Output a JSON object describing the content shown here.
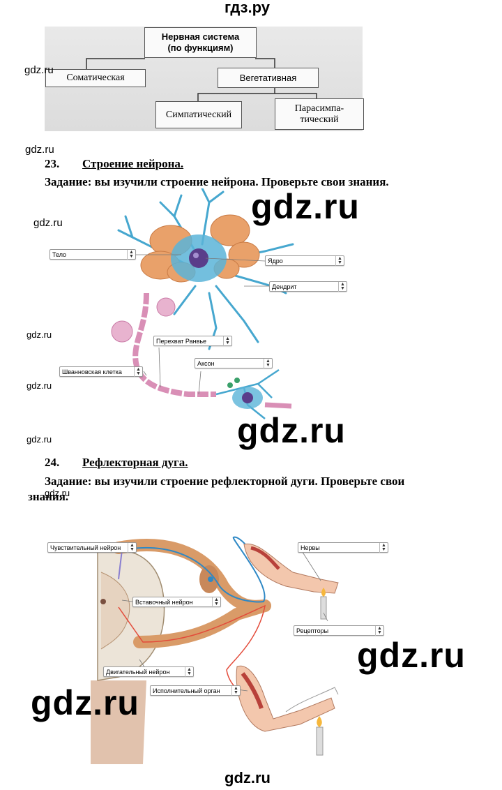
{
  "site_title": "гдз.ру",
  "watermarks": {
    "small": "gdz.ru",
    "big": "gdz.ru"
  },
  "ns_diagram": {
    "root": [
      "Нервная система",
      "(по функциям)"
    ],
    "somatic": "Соматическая",
    "vegetative": "Вегетативная",
    "sympathetic": "Симпатический",
    "parasympathetic": [
      "Парасимпа-",
      "тический"
    ]
  },
  "section23": {
    "number": "23.",
    "title": "Строение нейрона.",
    "task": "Задание: вы изучили строение нейрона. Проверьте свои знания.",
    "labels": {
      "body": "Тело",
      "nucleus": "Ядро",
      "dendrite": "Дендрит",
      "ranvier": "Перехват Ранвье",
      "axon": "Аксон",
      "schwann": "Шванновская клетка"
    }
  },
  "section24": {
    "number": "24.",
    "title": "Рефлекторная дуга.",
    "task_line1": "Задание: вы изучили строение рефлекторной дуги. Проверьте свои",
    "task_line2": "знания.",
    "labels": {
      "sensory": "Чувствительный нейрон",
      "nerves": "Нервы",
      "inter": "Вставочный нейрон",
      "receptors": "Рецепторы",
      "motor": "Двигательный нейрон",
      "effector": "Исполнительный орган"
    }
  },
  "colors": {
    "neuron_orange": "#e9a16a",
    "dendrite_blue": "#46a7cf",
    "myelin_pink": "#d98fb6",
    "nucleus_purple": "#5a3d8a",
    "nerve_tan": "#d99b68"
  }
}
